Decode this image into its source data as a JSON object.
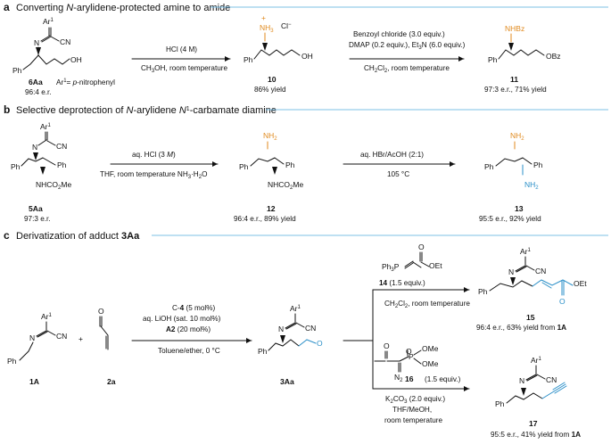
{
  "sections": [
    {
      "letter": "a",
      "title": "Converting N-arylidene-protected amine to amide",
      "conditions_1": [
        "HCl (4 M)",
        "CH3OH, room temperature"
      ],
      "conditions_2": [
        "Benzoyl chloride (3.0 equiv.)",
        "DMAP (0.2 equiv.), Et3N (6.0 equiv.)",
        "CH2Cl2, room temperature"
      ],
      "compounds": [
        {
          "id": "6Aa",
          "note": "96:4 e.r.",
          "extra": "Ar1 = p-nitrophenyl"
        },
        {
          "id": "10",
          "note": "86% yield"
        },
        {
          "id": "11",
          "note": "97:3 e.r., 71% yield"
        }
      ]
    },
    {
      "letter": "b",
      "title": "Selective deprotection of N-arylidene N1-carbamate diamine",
      "conditions_1": [
        "aq. HCl (3 M)",
        "THF, room temperature NH3·H2O"
      ],
      "conditions_2": [
        "aq. HBr/AcOH (2:1)",
        "105 °C"
      ],
      "compounds": [
        {
          "id": "5Aa",
          "note": "97:3 e.r."
        },
        {
          "id": "12",
          "note": "96:4 e.r., 89% yield"
        },
        {
          "id": "13",
          "note": "95:5 e.r., 92% yield"
        }
      ]
    },
    {
      "letter": "c",
      "title": "Derivatization of adduct 3Aa",
      "conditions_main": [
        "C-4 (5 mol%)",
        "aq. LiOH (sat. 10 mol%)",
        "A2 (20 mol%)",
        "Toluene/ether, 0 °C"
      ],
      "conditions_top": [
        "14 (1.5 equiv.)",
        "CH2Cl2, room temperature"
      ],
      "conditions_bottom": [
        "(1.5 equiv.)",
        "K2CO3 (2.0 equiv.)",
        "THF/MeOH,",
        "room temperature"
      ],
      "compounds": [
        {
          "id": "1A"
        },
        {
          "id": "2a"
        },
        {
          "id": "3Aa"
        },
        {
          "id": "14"
        },
        {
          "id": "16"
        },
        {
          "id": "15",
          "note": "96:4 e.r., 63% yield from 1A"
        },
        {
          "id": "17",
          "note": "95:5 e.r., 41% yield from 1A"
        }
      ]
    }
  ],
  "atom_labels": [
    "Ar1",
    "N",
    "CN",
    "Ph",
    "OH",
    "NH3",
    "Cl",
    "NHBz",
    "OBz",
    "NHCO2Me",
    "NH2",
    "O",
    "OEt",
    "Ph3P",
    "P",
    "OMe",
    "N2",
    "+"
  ],
  "colors": {
    "accent_orange": "#e08a1e",
    "accent_blue": "#2a8fc8",
    "rule_line": "#7cc0e6"
  }
}
